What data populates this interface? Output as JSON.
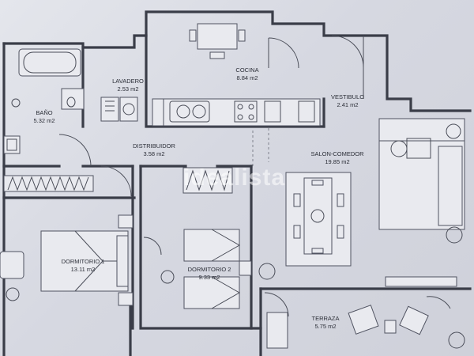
{
  "plan": {
    "rooms": [
      {
        "name": "BAÑO",
        "area": "5.32 m2"
      },
      {
        "name": "LAVADERO",
        "area": "2.53 m2"
      },
      {
        "name": "COCINA",
        "area": "8.84 m2"
      },
      {
        "name": "VESTIBULO",
        "area": "2.41 m2"
      },
      {
        "name": "DISTRIBUIDOR",
        "area": "3.58 m2"
      },
      {
        "name": "SALON-COMEDOR",
        "area": "19.85 m2"
      },
      {
        "name": "DORMITORIO 1",
        "area": "13.11 m2"
      },
      {
        "name": "DORMITORIO 2",
        "area": "9.33 m2"
      },
      {
        "name": "TERRAZA",
        "area": "5.75 m2"
      }
    ],
    "watermark": "idealista"
  }
}
